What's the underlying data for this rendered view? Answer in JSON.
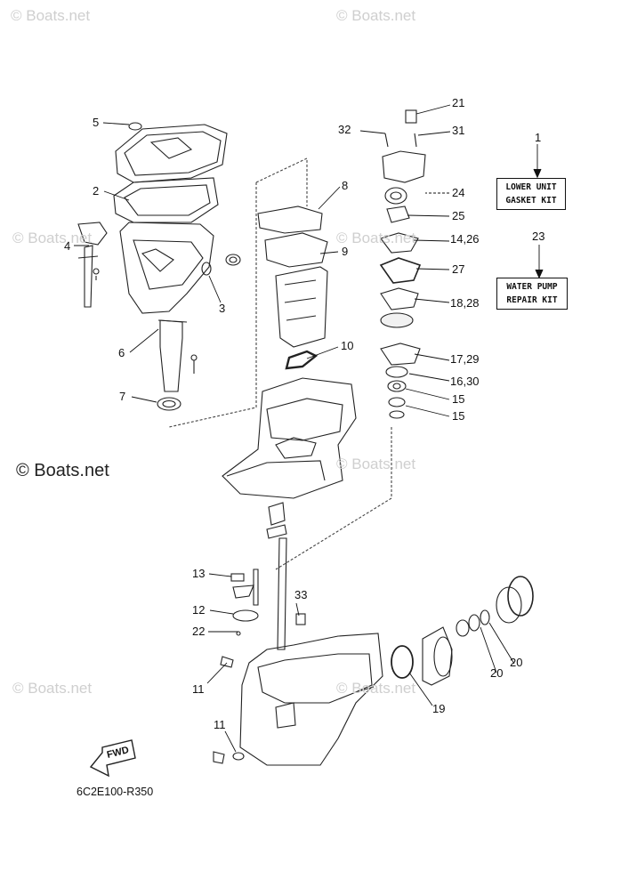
{
  "watermarks": {
    "text": "© Boats.net"
  },
  "callouts": {
    "c1": "1",
    "c2": "2",
    "c3": "3",
    "c4": "4",
    "c5": "5",
    "c6": "6",
    "c7": "7",
    "c8": "8",
    "c9": "9",
    "c10": "10",
    "c11a": "11",
    "c11b": "11",
    "c12": "12",
    "c13": "13",
    "c1426": "14,26",
    "c15a": "15",
    "c15b": "15",
    "c1630": "16,30",
    "c1729": "17,29",
    "c1828": "18,28",
    "c19": "19",
    "c20a": "20",
    "c20b": "20",
    "c21": "21",
    "c22": "22",
    "c23": "23",
    "c24": "24",
    "c25": "25",
    "c27": "27",
    "c31": "31",
    "c32": "32",
    "c33": "33"
  },
  "kits": {
    "lower_unit": {
      "line1": "LOWER UNIT",
      "line2": "GASKET KIT"
    },
    "water_pump": {
      "line1": "WATER PUMP",
      "line2": "REPAIR KIT"
    }
  },
  "fwd_label": "FWD",
  "part_code": "6C2E100-R350"
}
